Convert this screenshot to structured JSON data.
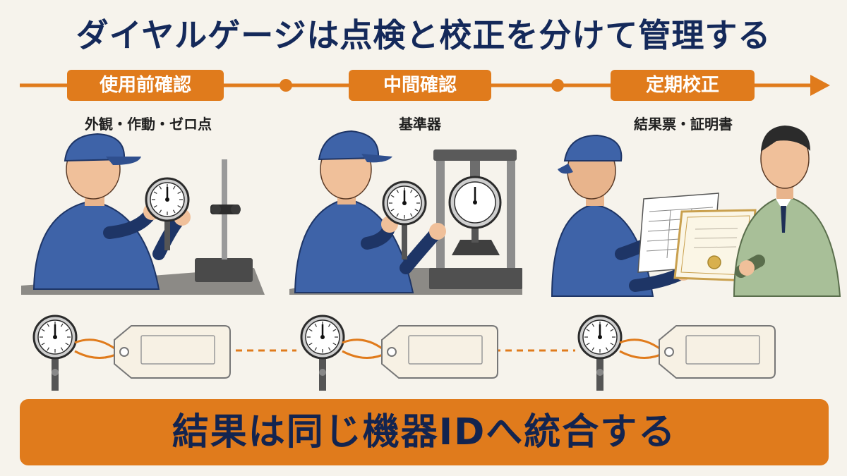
{
  "title": "ダイヤルゲージは点検と校正を分けて管理する",
  "steps": [
    {
      "label": "使用前確認",
      "sub": "外観・作動・ゼロ点"
    },
    {
      "label": "中間確認",
      "sub": "基準器"
    },
    {
      "label": "定期校正",
      "sub": "結果票・証明書"
    }
  ],
  "banner": "結果は同じ機器IDへ統合する",
  "colors": {
    "accent": "#e07b1c",
    "navy": "#14295a",
    "background": "#f6f3ec",
    "uniform": "#3e63a8",
    "tag": "#f7f1e4"
  }
}
